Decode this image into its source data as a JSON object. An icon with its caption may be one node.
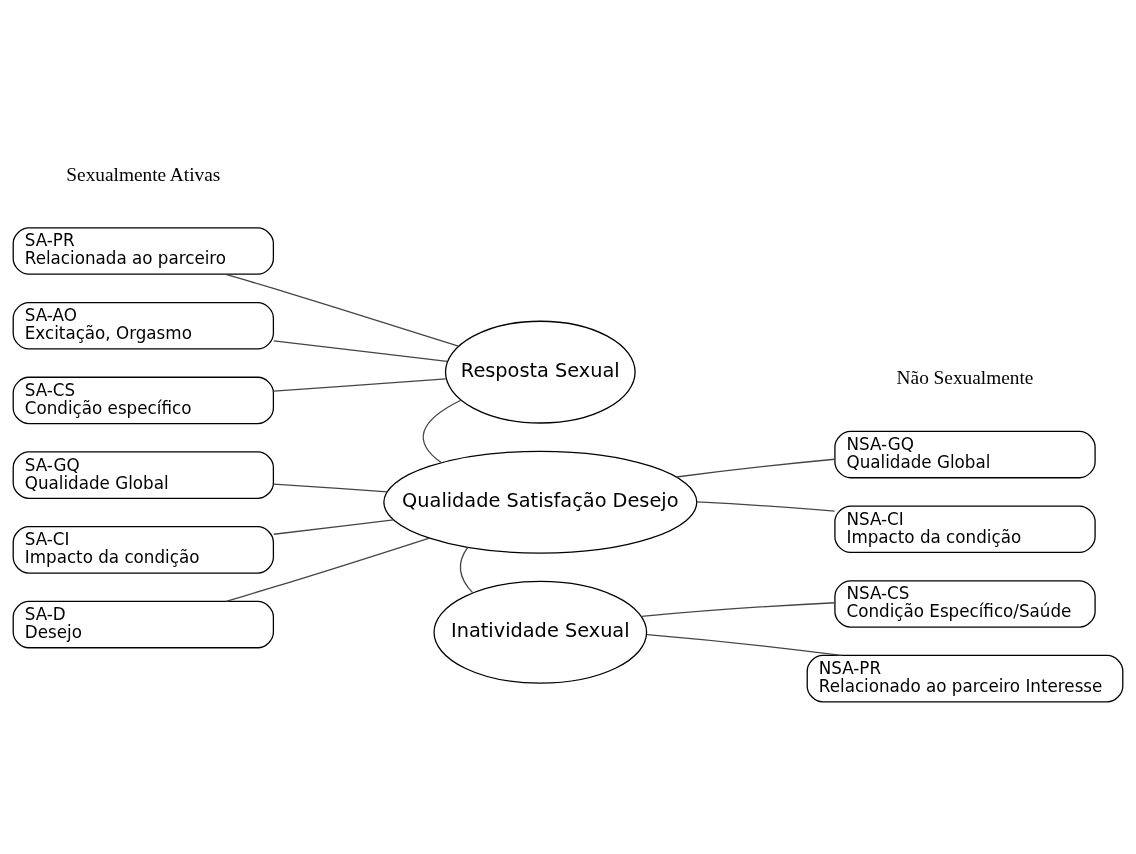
{
  "diagram": {
    "nodes": [
      {
        "text": [
          "SA-PR",
          "Relacionada ao parceiro"
        ]
      },
      {
        "text": [
          "SA-AO",
          "Excitação, Orgasmo"
        ]
      },
      {
        "text": [
          "SA-CS",
          "Condição específico"
        ]
      },
      {
        "text": [
          "SA-GQ",
          "Qualidade Global"
        ]
      },
      {
        "text": [
          "SA-CI",
          "Impacto da condição"
        ]
      },
      {
        "text": [
          "SA-D",
          "Desejo"
        ]
      },
      {
        "text": [
          "Resposta Sexual"
        ]
      },
      {
        "text": [
          "Qualidade Satisfação Desejo"
        ]
      },
      {
        "text": [
          "Inatividade Sexual"
        ]
      },
      {
        "text": [
          "NSA-GQ",
          "Qualidade Global"
        ]
      },
      {
        "text": [
          "NSA-CI",
          "Impacto da condição"
        ]
      },
      {
        "text": [
          "NSA-CS",
          "Condição Específico/Saúde"
        ]
      },
      {
        "text": [
          "NSA-PR",
          "Relacionado ao parceiro Interesse"
        ]
      }
    ],
    "edges": [
      {
        "from": 0,
        "to": 6,
        "arrow": "none"
      },
      {
        "from": 1,
        "to": 6,
        "arrow": "none"
      },
      {
        "from": 2,
        "to": 6,
        "arrow": "none"
      },
      {
        "from": 3,
        "to": 7,
        "arrow": "none"
      },
      {
        "from": 4,
        "to": 7,
        "arrow": "none"
      },
      {
        "from": 5,
        "to": 7,
        "arrow": "none"
      },
      {
        "from": 6,
        "to": 7,
        "arrow": "none"
      },
      {
        "from": 9,
        "to": 7,
        "arrow": "none"
      },
      {
        "from": 10,
        "to": 7,
        "arrow": "none"
      },
      {
        "from": 7,
        "to": 8,
        "arrow": "none"
      },
      {
        "from": 11,
        "to": 8,
        "arrow": "none"
      },
      {
        "from": 12,
        "to": 8,
        "arrow": "none"
      }
    ],
    "labels": [
      "Sexualmente Ativas",
      "Não Sexualmente"
    ]
  }
}
